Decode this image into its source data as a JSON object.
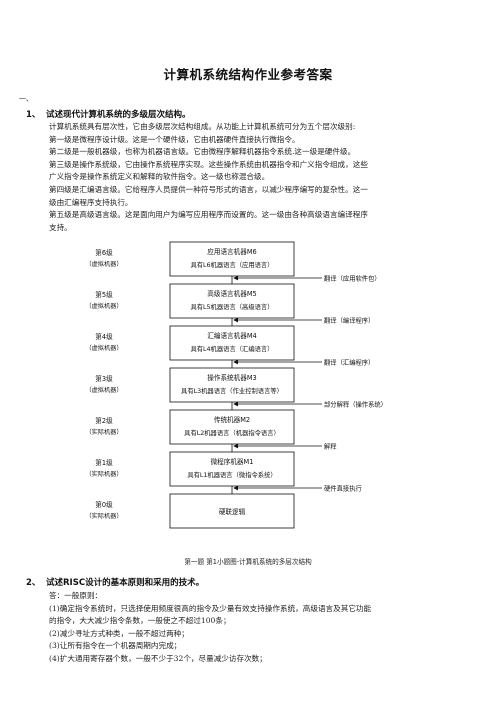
{
  "doc": {
    "title": "计算机系统结构作业参考答案",
    "section_mark": "一、",
    "q1": {
      "num": "1、",
      "text": "试述现代计算机系统的多级层次结构。",
      "lines": [
        "计算机系统具有层次性，它由多级层次结构组成。从功能上计算机系统可分为五个层次级别:",
        "第一级是微程序设计级。这是一个硬件级，它由机器硬件直接执行微指令。",
        "第二级是一般机器级，也称为机器语言级。它由微程序解释机器指令系统.这一级是硬件级。",
        "第三级是操作系统级，它由操作系统程序实现。这些操作系统由机器指令和广义指令组成，这些",
        "广义指令是操作系统定义和解释的软件指令。这一级也称混合级。",
        "第四级是汇编语言级。它给程序人员提供一种符号形式的语言，以减少程序编写的复杂性。这一",
        "级由汇编程序支持执行。",
        "第五级是高级语言级。这是面向用户为编写应用程序而设置的。这一级由各种高级语言编译程序",
        "支持。"
      ]
    },
    "diagram": {
      "levels": [
        {
          "level": "第6级",
          "kind": "（虚拟机器）",
          "box1": "应用语言机器M6",
          "box2": "具有L6机器语言（应用语言）",
          "arrow": "翻译（应用软件包）"
        },
        {
          "level": "第5级",
          "kind": "（虚拟机器）",
          "box1": "高级语言机器M5",
          "box2": "具有L5机器语言（高级语言）",
          "arrow": "翻译（编译程序）"
        },
        {
          "level": "第4级",
          "kind": "（虚拟机器）",
          "box1": "汇编语言机器M4",
          "box2": "具有L4机器语言（汇编语言）",
          "arrow": "翻译（汇编程序）"
        },
        {
          "level": "第3级",
          "kind": "（虚拟机器）",
          "box1": "操作系统机器M3",
          "box2": "具有L3机器语言（作业控制语言等）",
          "arrow": "部分解释（操作系统）"
        },
        {
          "level": "第2级",
          "kind": "（实际机器）",
          "box1": "传统机器M2",
          "box2": "具有L2机器语言（机器指令语言）",
          "arrow": "解释"
        },
        {
          "level": "第1级",
          "kind": "（实际机器）",
          "box1": "微程序机器M1",
          "box2": "具有L1机器语言（微指令系统）",
          "arrow": "硬件直接执行"
        },
        {
          "level": "第0级",
          "kind": "（实际机器）",
          "box1": "硬联逻辑",
          "box2": "",
          "arrow": ""
        }
      ]
    },
    "caption": "第一题 第1小题图-计算机系统的多层次结构",
    "q2": {
      "num": "2、",
      "text": "试述RISC设计的基本原则和采用的技术。",
      "lines": [
        "答：一般原则：",
        "(1)确定指令系统时，只选择使用频度很高的指令及少量有效支持操作系统，高级语言及其它功能",
        "的指令，大大减少指令条数，一般使之不超过100条；",
        "(2)减少寻址方式种类，一般不超过两种；",
        "(3)让所有指令在一个机器周期内完成；",
        "(4)扩大通用寄存器个数，一般不少于32个，尽量减少访存次数；"
      ]
    }
  }
}
